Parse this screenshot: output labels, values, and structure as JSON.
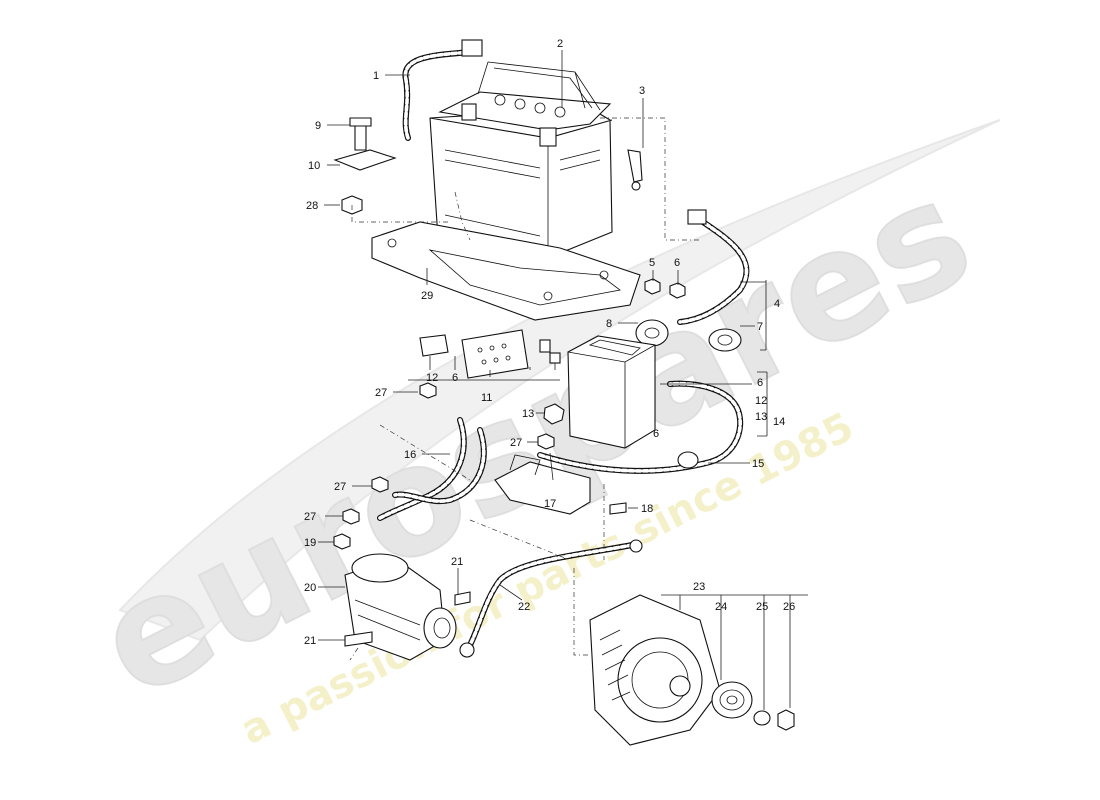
{
  "watermark": {
    "brand": "eurospares",
    "tagline": "a passion for parts since 1985",
    "brand_color": "#cfcfcf",
    "tagline_color": "#e8e49a"
  },
  "callouts": {
    "c1": "1",
    "c2": "2",
    "c3": "3",
    "c4": "4",
    "c5": "5",
    "c6a": "6",
    "c7": "7",
    "c8": "8",
    "c9": "9",
    "c10": "10",
    "c11": "11",
    "c12a": "12",
    "c6b": "6",
    "c6c": "6",
    "c12b": "12",
    "c13a": "13",
    "c14": "14",
    "c6d": "6",
    "c13b": "13",
    "c15": "15",
    "c16": "16",
    "c17": "17",
    "c18": "18",
    "c19": "19",
    "c20": "20",
    "c21a": "21",
    "c21b": "21",
    "c22": "22",
    "c23": "23",
    "c24": "24",
    "c25": "25",
    "c26": "26",
    "c27a": "27",
    "c27b": "27",
    "c27c": "27",
    "c27d": "27",
    "c28": "28",
    "c29": "29"
  },
  "icons": [
    "battery-icon",
    "alternator-icon",
    "starter-motor-icon",
    "fuse-box-icon",
    "pulley-icon",
    "nut-icon",
    "bolt-icon"
  ]
}
